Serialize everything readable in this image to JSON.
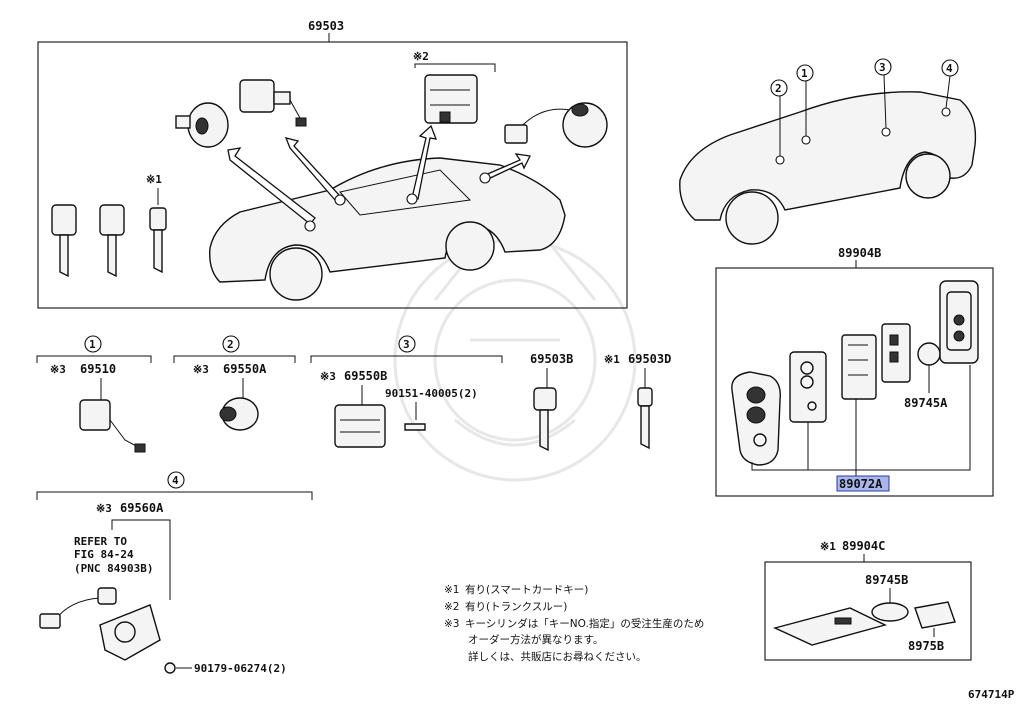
{
  "diagram": {
    "main_assembly": "69503",
    "keyed_assembly": "89904B",
    "card_assembly_marked": "※1",
    "card_assembly": "89904C",
    "circled_numbers": [
      "1",
      "2",
      "3",
      "4"
    ],
    "marker_2": "※2",
    "marker_1": "※1",
    "cylinder1": {
      "mark": "※3",
      "part": "69510"
    },
    "cylinder2": {
      "mark": "※3",
      "part": "69550A"
    },
    "cylinder3": {
      "mark": "※3",
      "part": "69550B"
    },
    "screw3": "90151-40005(2)",
    "key_blank": "69503B",
    "key_card": {
      "mark": "※1",
      "part": "69503D"
    },
    "cylinder4": {
      "mark": "※3",
      "part": "69560A"
    },
    "refer": [
      "REFER TO",
      "FIG 84-24",
      "(PNC 84903B)"
    ],
    "screw4": "90179-06274(2)",
    "battery": "89745A",
    "transmitter": "89072A",
    "card_battery": "89745B",
    "card_cover": "8975B",
    "notes": [
      {
        "mark": "※1",
        "text": "有り(スマートカードキー)"
      },
      {
        "mark": "※2",
        "text": "有り(トランクスルー)"
      },
      {
        "mark": "※3",
        "text": "キーシリンダは「キーNO.指定」の受注生産のため"
      },
      {
        "mark": "",
        "text": "オーダー方法が異なります。"
      },
      {
        "mark": "",
        "text": "詳しくは、共販店にお尋ねください。"
      }
    ],
    "figure_id": "674714P"
  }
}
